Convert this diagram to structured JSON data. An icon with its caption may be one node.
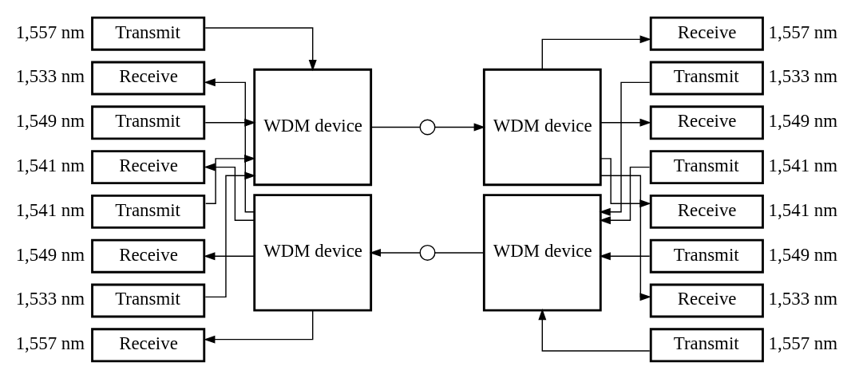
{
  "diagram": {
    "nodes": [
      {
        "text": [
          "Transmit"
        ],
        "beside": [
          "1,557 nm"
        ]
      },
      {
        "text": [
          "Receive"
        ],
        "beside": [
          "1,533 nm"
        ]
      },
      {
        "text": [
          "Transmit"
        ],
        "beside": [
          "1,549 nm"
        ]
      },
      {
        "text": [
          "Receive"
        ],
        "beside": [
          "1,541 nm"
        ]
      },
      {
        "text": [
          "Transmit"
        ],
        "beside": [
          "1,541 nm"
        ]
      },
      {
        "text": [
          "Receive"
        ],
        "beside": [
          "1,549 nm"
        ]
      },
      {
        "text": [
          "Transmit"
        ],
        "beside": [
          "1,533 nm"
        ]
      },
      {
        "text": [
          "Receive"
        ],
        "beside": [
          "1,557 nm"
        ]
      },
      {
        "text": [
          "WDM device"
        ]
      },
      {
        "text": [
          "WDM device"
        ]
      },
      {
        "text": [],
        "shape": "circle"
      },
      {
        "text": [],
        "shape": "circle"
      },
      {
        "text": [
          "WDM device"
        ]
      },
      {
        "text": [
          "WDM device"
        ]
      },
      {
        "text": [
          "Receive"
        ],
        "beside": [
          "1,557 nm"
        ]
      },
      {
        "text": [
          "Transmit"
        ],
        "beside": [
          "1,533 nm"
        ]
      },
      {
        "text": [
          "Receive"
        ],
        "beside": [
          "1,549 nm"
        ]
      },
      {
        "text": [
          "Transmit"
        ],
        "beside": [
          "1,541 nm"
        ]
      },
      {
        "text": [
          "Receive"
        ],
        "beside": [
          "1,541 nm"
        ]
      },
      {
        "text": [
          "Transmit"
        ],
        "beside": [
          "1,549 nm"
        ]
      },
      {
        "text": [
          "Receive"
        ],
        "beside": [
          "1,533 nm"
        ]
      },
      {
        "text": [
          "Transmit"
        ],
        "beside": [
          "1,557 nm"
        ]
      }
    ],
    "edges": [
      {
        "from": 0,
        "to": 8,
        "arrow": "to"
      },
      {
        "from": 2,
        "to": 8,
        "arrow": "to"
      },
      {
        "from": 4,
        "to": 8,
        "arrow": "to"
      },
      {
        "from": 6,
        "to": 8,
        "arrow": "to"
      },
      {
        "from": 9,
        "to": 1,
        "arrow": "to"
      },
      {
        "from": 9,
        "to": 3,
        "arrow": "to"
      },
      {
        "from": 9,
        "to": 5,
        "arrow": "to"
      },
      {
        "from": 9,
        "to": 7,
        "arrow": "to"
      },
      {
        "from": 8,
        "to": 10,
        "arrow": "none"
      },
      {
        "from": 10,
        "to": 12,
        "arrow": "to"
      },
      {
        "from": 13,
        "to": 11,
        "arrow": "none"
      },
      {
        "from": 11,
        "to": 9,
        "arrow": "to"
      },
      {
        "from": 12,
        "to": 14,
        "arrow": "to"
      },
      {
        "from": 12,
        "to": 16,
        "arrow": "to"
      },
      {
        "from": 12,
        "to": 18,
        "arrow": "to"
      },
      {
        "from": 12,
        "to": 20,
        "arrow": "to"
      },
      {
        "from": 15,
        "to": 13,
        "arrow": "to"
      },
      {
        "from": 17,
        "to": 13,
        "arrow": "to"
      },
      {
        "from": 19,
        "to": 13,
        "arrow": "to"
      },
      {
        "from": 21,
        "to": 13,
        "arrow": "to"
      }
    ]
  }
}
